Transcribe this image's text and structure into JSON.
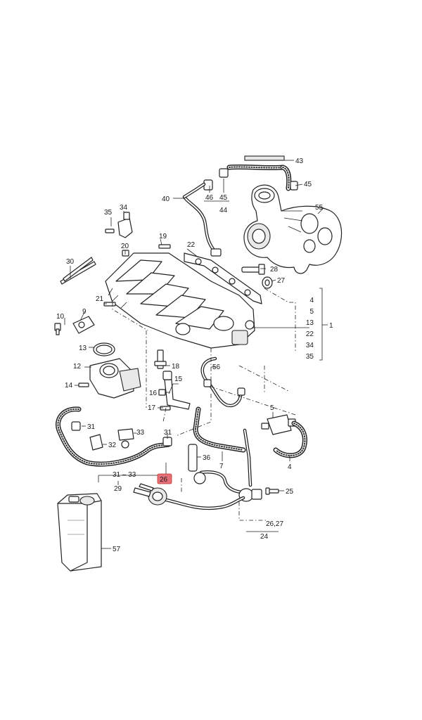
{
  "callouts": {
    "c43": "43",
    "c45a": "45",
    "c45b": "45",
    "c46": "46",
    "c40": "40",
    "c44": "44",
    "c55": "55",
    "c35": "35",
    "c34": "34",
    "c19": "19",
    "c20": "20",
    "c22": "22",
    "c30": "30",
    "c28": "28",
    "c27": "27",
    "c21": "21",
    "c10": "10",
    "c9": "9",
    "c13": "13",
    "c12": "12",
    "c14": "14",
    "c18": "18",
    "c15": "15",
    "c16": "16",
    "c17": "17",
    "c56": "56",
    "c5": "5",
    "c4b": "4",
    "c31a": "31",
    "c33": "33",
    "c32": "32",
    "c31b": "31",
    "c36": "36",
    "c7": "7",
    "c31_33": "31 – 33",
    "c29": "29",
    "c26": "26",
    "c25": "25",
    "c26_27": "26,27",
    "c24": "24",
    "c57": "57"
  },
  "group_1": {
    "items": [
      "4",
      "5",
      "13",
      "22",
      "34",
      "35"
    ],
    "total": "1"
  },
  "highlight_color": "#e46f78"
}
